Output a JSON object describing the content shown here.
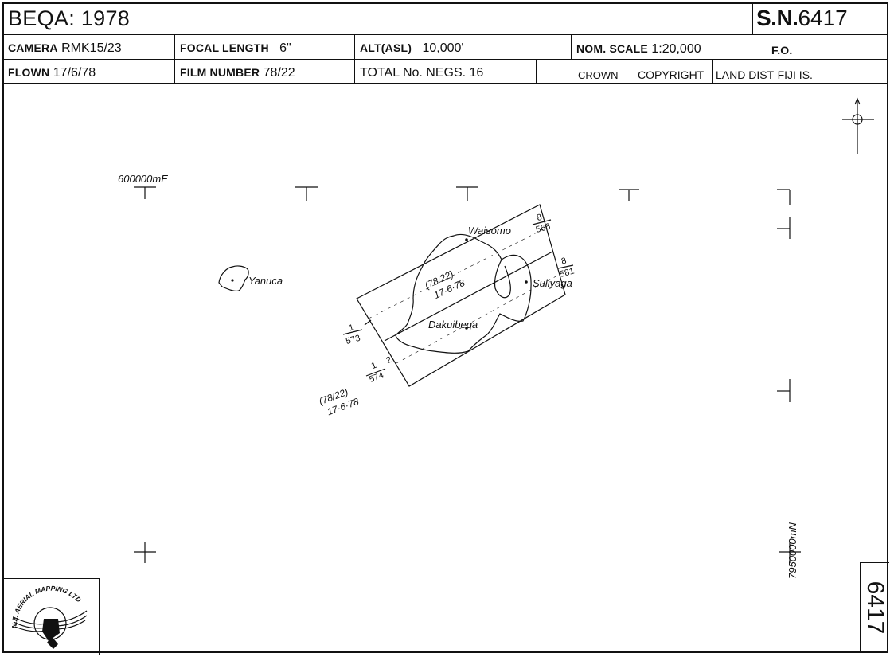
{
  "header": {
    "title": "BEQA: 1978",
    "sn_label": "S.N.",
    "sn_number": "6417",
    "camera_label": "CAMERA",
    "camera_value": "RMK15/23",
    "focal_label": "FOCAL LENGTH",
    "focal_value": "6\"",
    "alt_label": "ALT(ASL)",
    "alt_value": "10,000'",
    "scale_label": "NOM. SCALE",
    "scale_value": "1:20,000",
    "fo_label": "F.O.",
    "flown_label": "FLOWN",
    "flown_value": "17/6/78",
    "film_label": "FILM NUMBER",
    "film_value": "78/22",
    "negs_label": "TOTAL No. NEGS.",
    "negs_value": "16",
    "crown_label": "CROWN",
    "copyright_label": "COPYRIGHT",
    "land_label": "LAND DIST",
    "land_value": "FIJI IS."
  },
  "map": {
    "easting_label": "600000mE",
    "northing_label": "7950000mN",
    "north_symbol": "N",
    "places": {
      "yanuca": "Yanuca",
      "waisomo": "Waisomo",
      "suliyaga": "Suliyaga",
      "dakuibeqa": "Dakuibeqa"
    },
    "run_top": {
      "run": "8",
      "frame": "566"
    },
    "run_mid": {
      "run": "8",
      "frame": "581"
    },
    "run_left": {
      "run": "1",
      "frame": "573"
    },
    "run_bottom": {
      "run": "1",
      "frame": "574",
      "strip": "2"
    },
    "block_label": {
      "film": "(78/22)",
      "date": "17·6·78"
    },
    "outer_label": {
      "film": "(78/22)",
      "date": "17·6·78"
    }
  },
  "logo": {
    "text": "N.Z. AERIAL MAPPING LTD"
  },
  "sheet_tab": {
    "number": "6417"
  }
}
